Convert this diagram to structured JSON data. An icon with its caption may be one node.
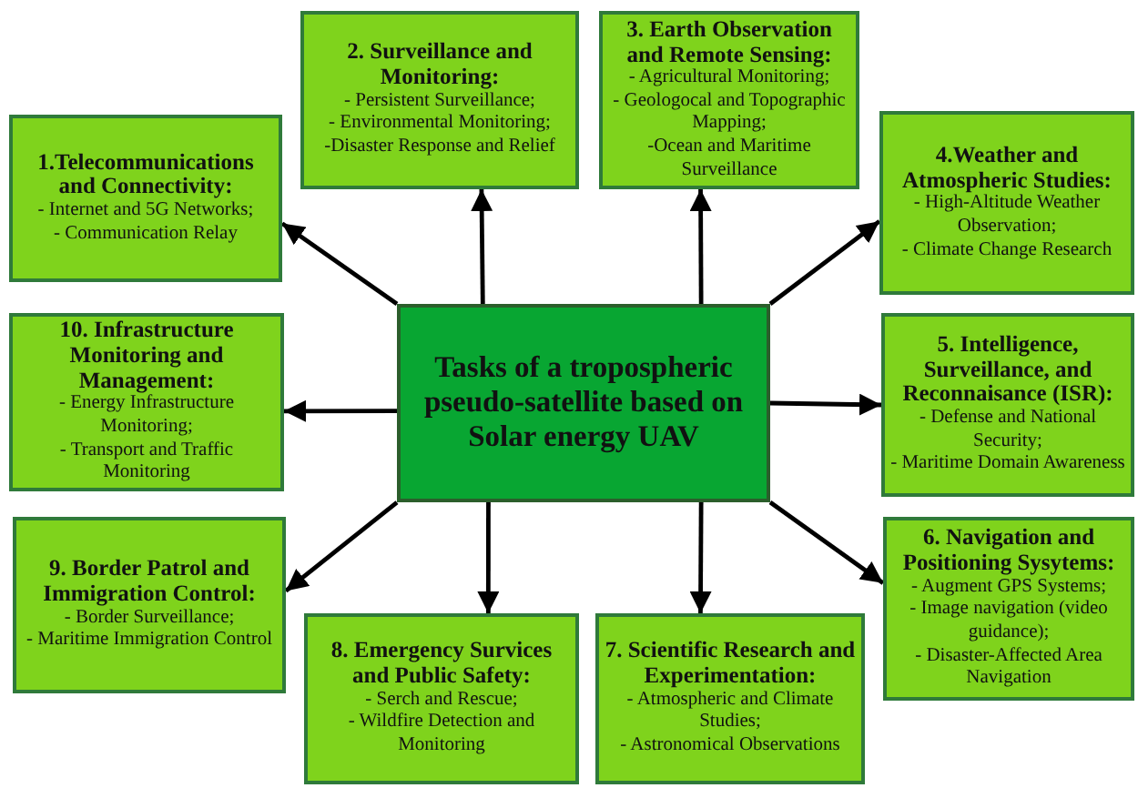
{
  "diagram": {
    "nodes": [
      {
        "text": [
          "Tasks of a tropospheric pseudo-satellite based on Solar energy UAV"
        ]
      },
      {
        "text": [
          "1.Telecommunications and Connectivity:",
          "- Internet and 5G Networks;",
          "- Communication Relay"
        ]
      },
      {
        "text": [
          "2. Surveillance and Monitoring:",
          "- Persistent Surveillance;",
          "- Environmental Monitoring;",
          "-Disaster Response and Relief"
        ]
      },
      {
        "text": [
          "3. Earth Observation and Remote Sensing:",
          "- Agricultural Monitoring;",
          "- Geologocal and Topographic Mapping;",
          "-Ocean and Maritime Surveillance"
        ]
      },
      {
        "text": [
          "4.Weather and Atmospheric Studies:",
          "- High-Altitude Weather Observation;",
          "- Climate Change Research"
        ]
      },
      {
        "text": [
          "5. Intelligence, Surveillance, and Reconnaisance (ISR):",
          "- Defense and National Security;",
          "- Maritime Domain Awareness"
        ]
      },
      {
        "text": [
          "6. Navigation and Positioning Sysytems:",
          "- Augment GPS Systems;",
          "- Image navigation (video guidance);",
          "- Disaster-Affected Area Navigation"
        ]
      },
      {
        "text": [
          "7. Scientific Research and Experimentation:",
          "- Atmospheric and Climate Studies;",
          "- Astronomical Observations"
        ]
      },
      {
        "text": [
          "8. Emergency Survices and Public Safety:",
          "- Serch and Rescue;",
          "- Wildfire Detection and Monitoring"
        ]
      },
      {
        "text": [
          "9. Border Patrol and Immigration Control:",
          "- Border Surveillance;",
          "- Maritime Immigration Control"
        ]
      },
      {
        "text": [
          "10. Infrastructure Monitoring and Management:",
          "- Energy Infrastructure Monitoring;",
          "- Transport and Traffic Monitoring"
        ]
      }
    ],
    "edges": [
      {
        "from": 0,
        "to": 1,
        "arrow": "to"
      },
      {
        "from": 0,
        "to": 2,
        "arrow": "to"
      },
      {
        "from": 0,
        "to": 3,
        "arrow": "to"
      },
      {
        "from": 0,
        "to": 4,
        "arrow": "to"
      },
      {
        "from": 0,
        "to": 5,
        "arrow": "to"
      },
      {
        "from": 0,
        "to": 6,
        "arrow": "to"
      },
      {
        "from": 0,
        "to": 7,
        "arrow": "to"
      },
      {
        "from": 0,
        "to": 8,
        "arrow": "to"
      },
      {
        "from": 0,
        "to": 9,
        "arrow": "to"
      },
      {
        "from": 0,
        "to": 10,
        "arrow": "to"
      }
    ]
  }
}
